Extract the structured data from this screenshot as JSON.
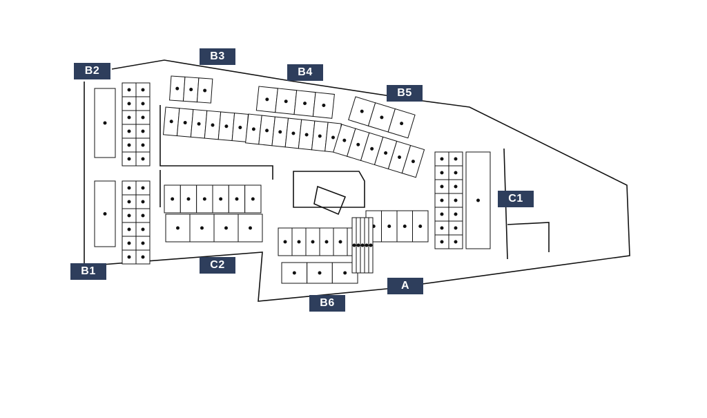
{
  "colors": {
    "label_bg": "#2e3e5c",
    "label_text": "#ffffff",
    "lines": "#111111"
  },
  "buildings": [
    {
      "id": "b2",
      "label": "B2"
    },
    {
      "id": "b3",
      "label": "B3"
    },
    {
      "id": "b4",
      "label": "B4"
    },
    {
      "id": "b5",
      "label": "B5"
    },
    {
      "id": "c1",
      "label": "C1"
    },
    {
      "id": "b1",
      "label": "B1"
    },
    {
      "id": "c2",
      "label": "C2"
    },
    {
      "id": "b6",
      "label": "B6"
    },
    {
      "id": "a",
      "label": "A"
    }
  ]
}
